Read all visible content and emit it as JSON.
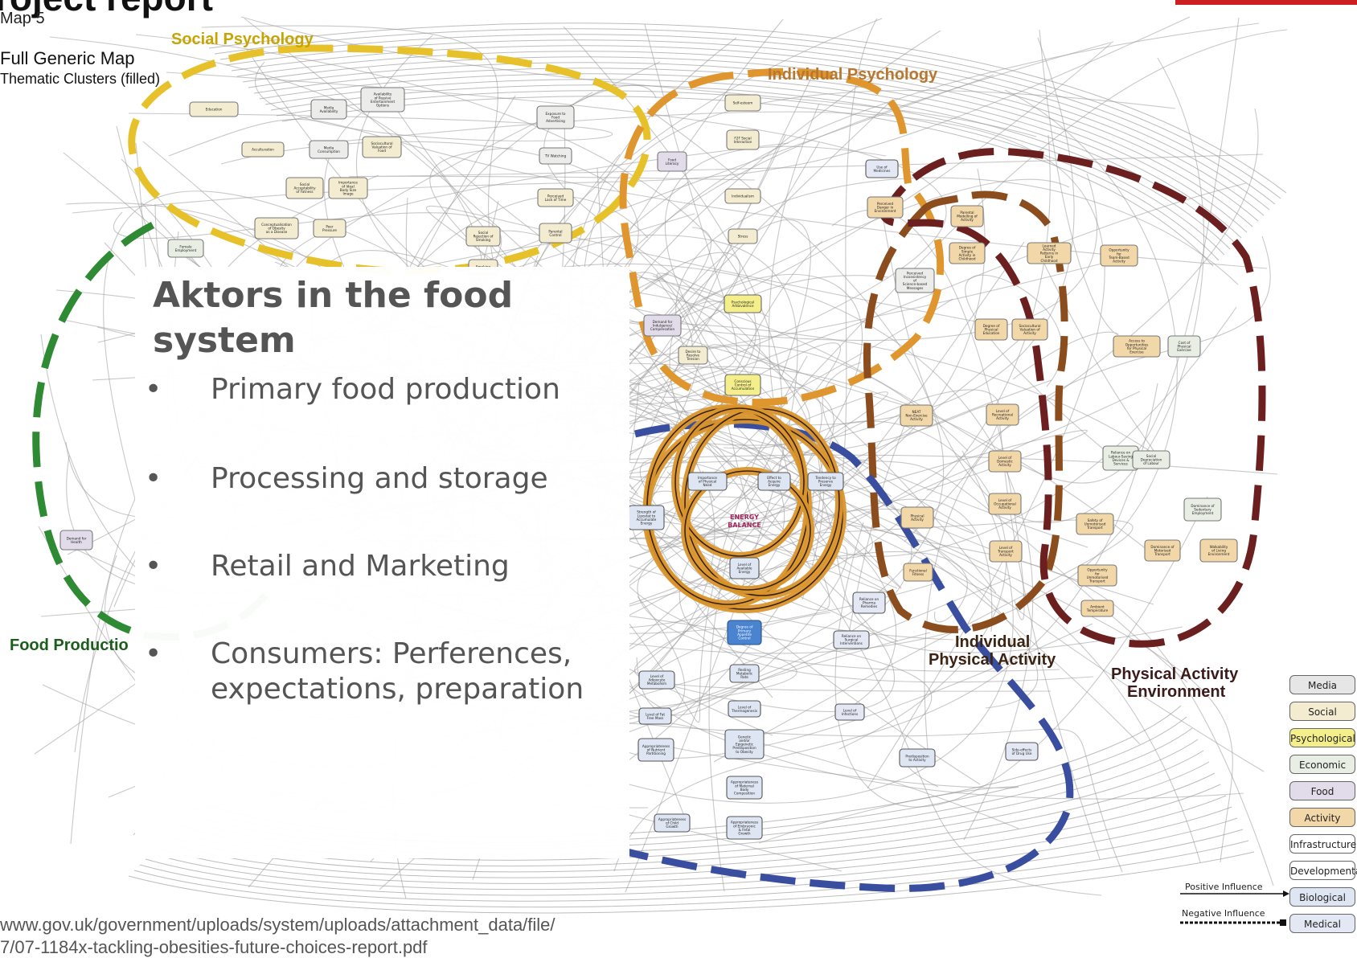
{
  "header": {
    "title": "roject report",
    "map_number": "Map 5",
    "map_name": "Full Generic Map",
    "map_subtitle": "Thematic Clusters (filled)"
  },
  "clusters": {
    "social": "Social Psychology",
    "individual": "Individual Psychology",
    "food": "Food Productio",
    "ipa_line1": "Individual",
    "ipa_line2": "Physical Activity",
    "pae_line1": "Physical Activity",
    "pae_line2": "Environment",
    "energy": [
      "ENERGY",
      "BALANCE"
    ]
  },
  "panel": {
    "heading": "Aktors in the food system",
    "bullets": [
      "Primary food production",
      "Processing and storage",
      "Retail and Marketing",
      "Consumers: Perferences, expectations, preparation"
    ]
  },
  "legend": {
    "items": [
      {
        "label": "Media",
        "color": "#e6e6e6"
      },
      {
        "label": "Social",
        "color": "#f3ecd0"
      },
      {
        "label": "Psychological",
        "color": "#f4ef8a"
      },
      {
        "label": "Economic",
        "color": "#e9eee4"
      },
      {
        "label": "Food",
        "color": "#e2dcea"
      },
      {
        "label": "Activity",
        "color": "#f2d7a8"
      },
      {
        "label": "Infrastructure",
        "color": "#ffffff"
      },
      {
        "label": "Developmental",
        "color": "#ffffff"
      },
      {
        "label": "Biological",
        "color": "#dfe6f3"
      },
      {
        "label": "Medical",
        "color": "#e3e8f4"
      }
    ],
    "positive": "Positive Influence",
    "negative": "Negative Influence"
  },
  "source": {
    "line1": "www.gov.uk/government/uploads/system/uploads/attachment_data/file/",
    "line2": "7/07-1184x-tackling-obesities-future-choices-report.pdf"
  },
  "nodes": [
    {
      "id": "education",
      "label": "Education",
      "kind": "social"
    },
    {
      "id": "media-availability",
      "label": "Media Availability",
      "kind": "media"
    },
    {
      "id": "passive-entertainment",
      "label": "Availability of Passive Entertainment Options",
      "kind": "media"
    },
    {
      "id": "acculturation",
      "label": "Acculturation",
      "kind": "social"
    },
    {
      "id": "media-consumption",
      "label": "Media Consumption",
      "kind": "media"
    },
    {
      "id": "sociocultural-food",
      "label": "Sociocultural Valuation of Food",
      "kind": "social"
    },
    {
      "id": "social-acceptability",
      "label": "Social Acceptability of Fatness",
      "kind": "social"
    },
    {
      "id": "body-image",
      "label": "Importance of Ideal Body Size Image",
      "kind": "social"
    },
    {
      "id": "conceptualisation",
      "label": "Conceptualisation of Obesity as a Disease",
      "kind": "social"
    },
    {
      "id": "peer-pressure",
      "label": "Peer Pressure",
      "kind": "social"
    },
    {
      "id": "exposure-advertising",
      "label": "Exposure to Food Advertising",
      "kind": "media"
    },
    {
      "id": "tv-watching",
      "label": "TV Watching",
      "kind": "media"
    },
    {
      "id": "lack-of-time",
      "label": "Perceived Lack of Time",
      "kind": "social"
    },
    {
      "id": "parental-control",
      "label": "Parental Control",
      "kind": "social"
    },
    {
      "id": "smoking-rejection",
      "label": "Social Rejection of Smoking",
      "kind": "social"
    },
    {
      "id": "smoking",
      "label": "Smoking",
      "kind": "social"
    },
    {
      "id": "female-employment",
      "label": "Female Employment",
      "kind": "economic"
    },
    {
      "id": "food-literacy",
      "label": "Food Literacy",
      "kind": "food"
    },
    {
      "id": "self-esteem",
      "label": "Self-esteem",
      "kind": "social"
    },
    {
      "id": "f2f-interaction",
      "label": "F2F Social Interaction",
      "kind": "social"
    },
    {
      "id": "individualism",
      "label": "Individualism",
      "kind": "social"
    },
    {
      "id": "stress",
      "label": "Stress",
      "kind": "social"
    },
    {
      "id": "psych-ambivalence",
      "label": "Psychological Ambivalence",
      "kind": "psych"
    },
    {
      "id": "use-of-medicines",
      "label": "Use of Medicines",
      "kind": "medical"
    },
    {
      "id": "danger-environment",
      "label": "Perceived Danger in Environment",
      "kind": "activity"
    },
    {
      "id": "parental-modelling",
      "label": "Parental Modelling of Activity",
      "kind": "activity"
    },
    {
      "id": "inconsistency-messages",
      "label": "Perceived Inconsistency of Science-based Messages",
      "kind": "media"
    },
    {
      "id": "simple-activity",
      "label": "Degree of Simple Activity in Childhood",
      "kind": "activity"
    },
    {
      "id": "learned-activity",
      "label": "Learned Activity Patterns in Early Childhood",
      "kind": "activity"
    },
    {
      "id": "team-activity",
      "label": "Opportunity for Team-Based Activity",
      "kind": "activity"
    },
    {
      "id": "physical-education",
      "label": "Degree of Physical Education",
      "kind": "activity"
    },
    {
      "id": "sociocultural-activity",
      "label": "Sociocultural Valuation of Activity",
      "kind": "activity"
    },
    {
      "id": "access-exercise",
      "label": "Access to Opportunities for Physical Exercise",
      "kind": "activity"
    },
    {
      "id": "cost-exercise",
      "label": "Cost of Physical Exercise",
      "kind": "economic"
    },
    {
      "id": "demand-compensation",
      "label": "Demand for Indulgence/ Compensation",
      "kind": "food"
    },
    {
      "id": "desire-tension",
      "label": "Desire to Resolve Tension",
      "kind": "social"
    },
    {
      "id": "control-accumulation",
      "label": "Conscious Control of Accumulation",
      "kind": "psych"
    },
    {
      "id": "neat",
      "label": "NEAT Non-Exercise Activity",
      "kind": "activity"
    },
    {
      "id": "recreational-activity",
      "label": "Level of Recreational Activity",
      "kind": "activity"
    },
    {
      "id": "labour-saving",
      "label": "Reliance on Labour-Saving Devices & Services",
      "kind": "economic"
    },
    {
      "id": "depreciation-labour",
      "label": "Social Depreciation of Labour",
      "kind": "economic"
    },
    {
      "id": "domestic-activity",
      "label": "Level of Domestic Activity",
      "kind": "activity"
    },
    {
      "id": "occupational-activity",
      "label": "Level of Occupational Activity",
      "kind": "activity"
    },
    {
      "id": "sedentary-employment",
      "label": "Dominance of Sedentary Employment",
      "kind": "economic"
    },
    {
      "id": "importance-physical-need",
      "label": "Importance of Physical Need",
      "kind": "biological"
    },
    {
      "id": "effect-acquire-energy",
      "label": "Effect to Acquire Energy",
      "kind": "biological"
    },
    {
      "id": "tendency-preserve-energy",
      "label": "Tendency to Preserve Energy",
      "kind": "biological"
    },
    {
      "id": "strength-lipostat",
      "label": "Strength of Lipostat to Accumulate Energy",
      "kind": "biological"
    },
    {
      "id": "physical-activity",
      "label": "Physical Activity",
      "kind": "activity"
    },
    {
      "id": "unmotorised-safety",
      "label": "Safety of Unmotorised Transport",
      "kind": "activity"
    },
    {
      "id": "transport-activity",
      "label": "Level of Transport Activity",
      "kind": "activity"
    },
    {
      "id": "motorised-transport",
      "label": "Dominance of Motorised Transport",
      "kind": "activity"
    },
    {
      "id": "walkability",
      "label": "Walkability of Living Environment",
      "kind": "activity"
    },
    {
      "id": "available-energy",
      "label": "Level of Available Energy",
      "kind": "biological"
    },
    {
      "id": "functional-fitness",
      "label": "Functional Fitness",
      "kind": "activity"
    },
    {
      "id": "unmotorised-opportunity",
      "label": "Opportunity for Unmotorised Transport",
      "kind": "activity"
    },
    {
      "id": "ambient-temperature",
      "label": "Ambient Temperature",
      "kind": "activity"
    },
    {
      "id": "pharma-remedies",
      "label": "Reliance on Pharma Remedies",
      "kind": "medical"
    },
    {
      "id": "appetite-control",
      "label": "Degree of Primary Appetite Control",
      "kind": "bio-strong"
    },
    {
      "id": "surgical-interventions",
      "label": "Reliance on Surgical Interventions",
      "kind": "medical"
    },
    {
      "id": "adipocyte-metabolism",
      "label": "Level of Adipocyte Metabolism",
      "kind": "biological"
    },
    {
      "id": "metabolic-rate",
      "label": "Resting Metabolic Rate",
      "kind": "biological"
    },
    {
      "id": "fat-free-mass",
      "label": "Level of Fat Free Mass",
      "kind": "biological"
    },
    {
      "id": "thermogenesis",
      "label": "Level of Thermogenesis",
      "kind": "biological"
    },
    {
      "id": "infections",
      "label": "Level of Infections",
      "kind": "medical"
    },
    {
      "id": "nutrient-partitioning",
      "label": "Appropriateness of Nutrient Partitioning",
      "kind": "biological"
    },
    {
      "id": "genetic-predisposition",
      "label": "Genetic and/or Epigenetic Predisposition to Obesity",
      "kind": "biological"
    },
    {
      "id": "predisposition-activity",
      "label": "Predisposition to Activity",
      "kind": "biological"
    },
    {
      "id": "side-effects",
      "label": "Side-effects of Drug Use",
      "kind": "medical"
    },
    {
      "id": "maternal-body",
      "label": "Appropriateness of Maternal Body Composition",
      "kind": "biological"
    },
    {
      "id": "child-growth",
      "label": "Appropriateness of Child Growth",
      "kind": "biological"
    },
    {
      "id": "embryonic-growth",
      "label": "Appropriateness of Embryonic & Fetal Growth",
      "kind": "biological"
    },
    {
      "id": "demand-health",
      "label": "Demand for Health",
      "kind": "food"
    }
  ]
}
